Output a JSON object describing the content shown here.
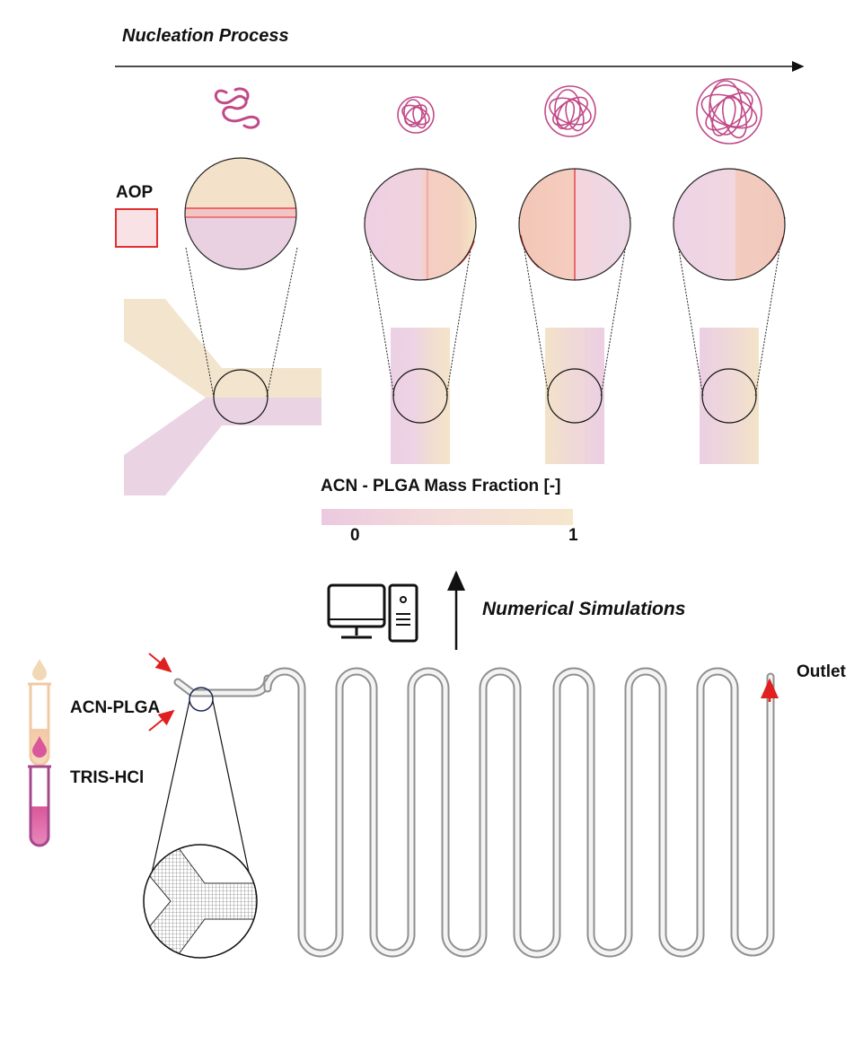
{
  "process": {
    "title": "Nucleation Process"
  },
  "aop": {
    "label": "AOP"
  },
  "colorbar": {
    "title": "ACN - PLGA Mass Fraction [-]",
    "min_label": "0",
    "max_label": "1",
    "colors": [
      "#ebc9e0",
      "#f4ddd9",
      "#f5e6cc"
    ]
  },
  "simulation": {
    "label": "Numerical Simulations"
  },
  "outlet": {
    "label": "Outlet"
  },
  "inlets": {
    "acn_label": "ACN-PLGA",
    "tris_label": "TRIS-HCl"
  },
  "palette": {
    "acn": "#f2e1c8",
    "tris": "#ead3e2",
    "interface_red": "#e5484d",
    "polymer": "#c04a88",
    "arrow_red": "#e02020"
  }
}
